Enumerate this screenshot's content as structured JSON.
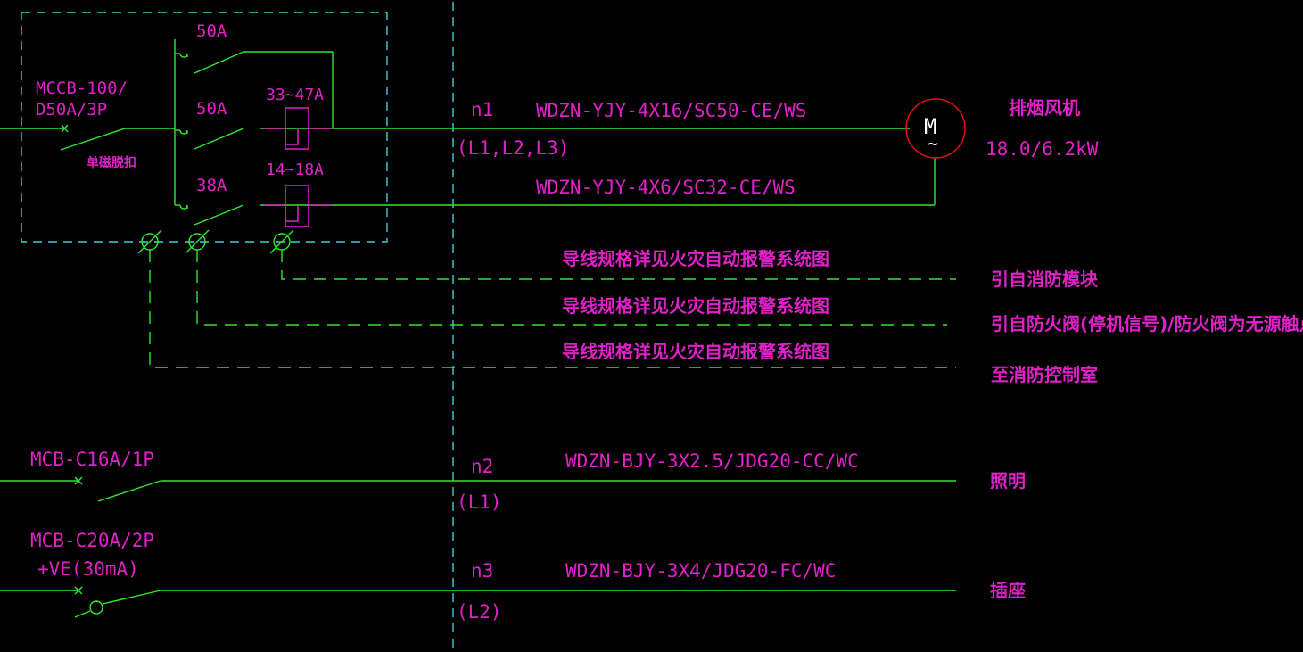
{
  "breaker_main": {
    "line1": "MCCB-100/",
    "line2": "D50A/3P",
    "tag": "单磁脱扣"
  },
  "switches": {
    "top_rating": "50A",
    "mid_rating": "50A",
    "bot_rating": "38A"
  },
  "overloads": {
    "high_range": "33~47A",
    "low_range": "14~18A"
  },
  "circuits": {
    "n1": {
      "id": "n1",
      "phases": "(L1,L2,L3)",
      "cable_high": "WDZN-YJY-4X16/SC50-CE/WS",
      "cable_low": "WDZN-YJY-4X6/SC32-CE/WS"
    },
    "n2": {
      "id": "n2",
      "phases": "(L1)",
      "cable": "WDZN-BJY-3X2.5/JDG20-CC/WC",
      "breaker": "MCB-C16A/1P",
      "load": "照明"
    },
    "n3": {
      "id": "n3",
      "phases": "(L2)",
      "cable": "WDZN-BJY-3X4/JDG20-FC/WC",
      "breaker_line1": "MCB-C20A/2P",
      "breaker_line2": "+VE(30mA)",
      "load": "插座"
    }
  },
  "motor": {
    "symbol": "M",
    "tilde": "~",
    "name": "排烟风机",
    "power": "18.0/6.2kW"
  },
  "control_lines": [
    {
      "note": "导线规格详见火灾自动报警系统图",
      "destination": "引自消防模块"
    },
    {
      "note": "导线规格详见火灾自动报警系统图",
      "destination": "引自防火阀(停机信号)/防火阀为无源触点"
    },
    {
      "note": "导线规格详见火灾自动报警系统图",
      "destination": "至消防控制室"
    }
  ],
  "colors": {
    "background": "#000000",
    "wire": "#2ee82e",
    "text": "#e020c8",
    "boundary": "#3fd0d8",
    "motor": "#e01010"
  }
}
